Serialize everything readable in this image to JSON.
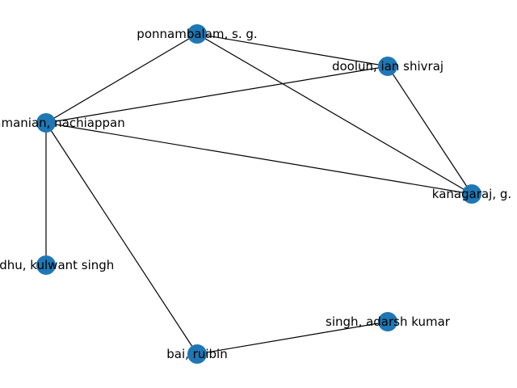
{
  "graph": {
    "node_color": "#1f77b4",
    "edge_color": "#000000",
    "nodes": [
      {
        "id": "ponnambalam",
        "label": "ponnambalam, s. g."
      },
      {
        "id": "doolun",
        "label": "doolun, ian shivraj"
      },
      {
        "id": "subramanian",
        "label": "subramanian, nachiappan"
      },
      {
        "id": "kanagaraj",
        "label": "kanagaraj, g."
      },
      {
        "id": "kulwant",
        "label": "sandhu, kulwant singh"
      },
      {
        "id": "adarsh",
        "label": "singh, adarsh kumar"
      },
      {
        "id": "ruibin",
        "label": "bai, ruibin"
      }
    ],
    "edges": [
      [
        "ponnambalam",
        "doolun"
      ],
      [
        "ponnambalam",
        "subramanian"
      ],
      [
        "ponnambalam",
        "kanagaraj"
      ],
      [
        "doolun",
        "subramanian"
      ],
      [
        "doolun",
        "kanagaraj"
      ],
      [
        "subramanian",
        "kanagaraj"
      ],
      [
        "subramanian",
        "kulwant"
      ],
      [
        "subramanian",
        "ruibin"
      ],
      [
        "ruibin",
        "adarsh"
      ]
    ]
  }
}
